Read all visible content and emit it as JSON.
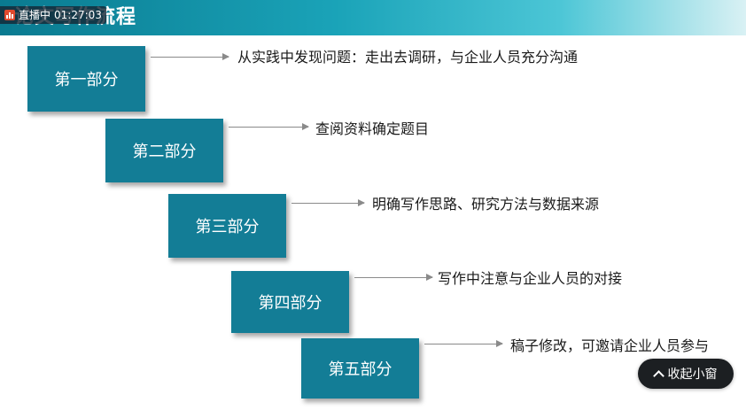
{
  "slide": {
    "title": "论文写作流程"
  },
  "live": {
    "label": "直播中",
    "time": "01:27:03"
  },
  "steps": [
    {
      "label": "第一部分",
      "text": "从实践中发现问题：走出去调研，与企业人员充分沟通"
    },
    {
      "label": "第二部分",
      "text": "查阅资料确定题目"
    },
    {
      "label": "第三部分",
      "text": "明确写作思路、研究方法与数据来源"
    },
    {
      "label": "第四部分",
      "text": "写作中注意与企业人员的对接"
    },
    {
      "label": "第五部分",
      "text": "稿子修改，可邀请企业人员参与"
    }
  ],
  "collapse_button": {
    "label": "收起小窗"
  },
  "colors": {
    "step_box": "#137d96",
    "title_bar": "#1aa3b8",
    "live_dot": "#e0492e"
  }
}
